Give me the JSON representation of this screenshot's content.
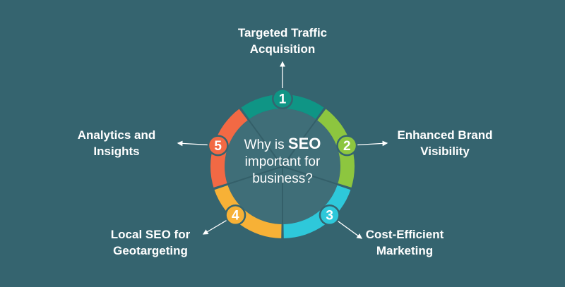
{
  "title": {
    "prefix": "Why is",
    "keyword": "SEO",
    "line2": "important for",
    "line3": "business?"
  },
  "items": [
    {
      "number": "1",
      "line1": "Targeted Traffic",
      "line2": "Acquisition",
      "color": "#0f9585"
    },
    {
      "number": "2",
      "line1": "Enhanced Brand",
      "line2": "Visibility",
      "color": "#8dc63f"
    },
    {
      "number": "3",
      "line1": "Cost-Efficient",
      "line2": "Marketing",
      "color": "#2ec8da"
    },
    {
      "number": "4",
      "line1": "Local SEO for",
      "line2": "Geotargeting",
      "color": "#f7b136"
    },
    {
      "number": "5",
      "line1": "Analytics and",
      "line2": "Insights",
      "color": "#f26944"
    }
  ],
  "colors": {
    "background": "#35646f",
    "inner": "#3f6e78"
  }
}
